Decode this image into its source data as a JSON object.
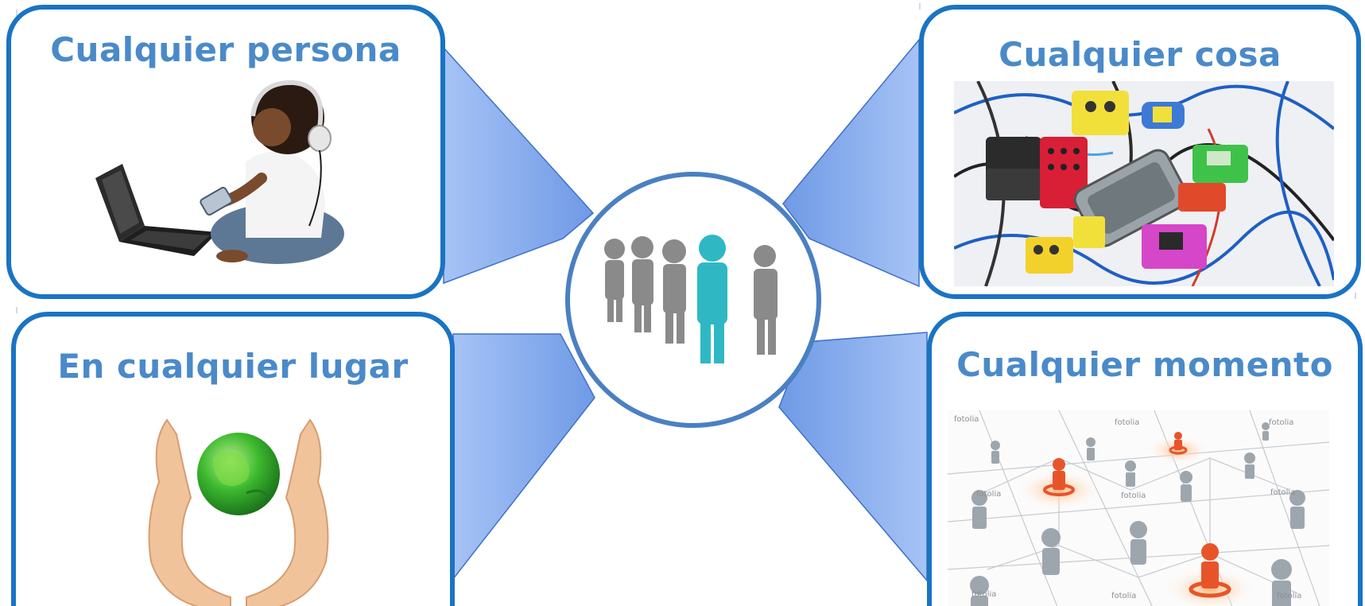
{
  "panels": {
    "top_left": {
      "title": "Cualquier persona",
      "icon": "child-laptop-illustration"
    },
    "top_right": {
      "title": "Cualquier cosa",
      "icon": "guitar-pedals-illustration"
    },
    "bottom_left": {
      "title": "En cualquier lugar",
      "icon": "hands-globe-illustration"
    },
    "bottom_right": {
      "title": "Cualquier momento",
      "icon": "people-network-illustration",
      "watermark": "fotolia"
    }
  },
  "center": {
    "icon": "people-group-icon"
  },
  "colors": {
    "border": "#1a73c4",
    "title": "#4a8ac9",
    "connector": "#8fb4ef",
    "highlight_person": "#2fb8c4"
  }
}
